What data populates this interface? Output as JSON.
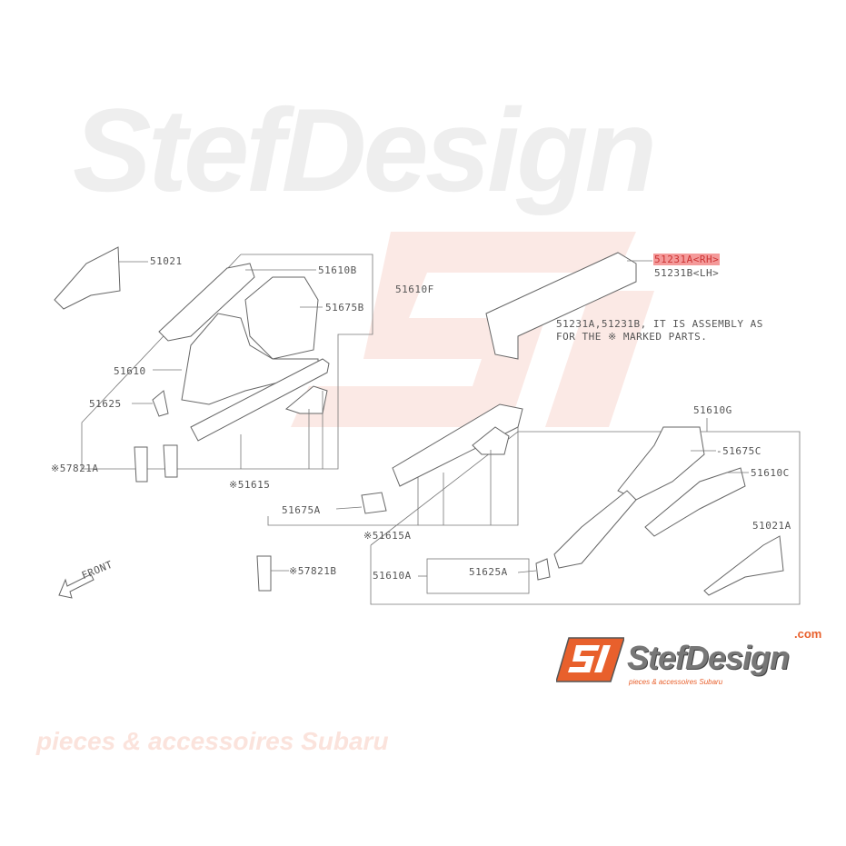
{
  "watermark": {
    "brand": "StefDesign",
    "domain": ".com",
    "tagline": "pieces & accessoires Subaru"
  },
  "labels": {
    "p51021": "51021",
    "p51610B": "51610B",
    "p51610F": "51610F",
    "p51675B": "51675B",
    "p51610": "51610",
    "p51625": "51625",
    "p57821A": "※57821A",
    "p51615": "※51615",
    "p51675A": "51675A",
    "p51615A": "※51615A",
    "p51231A": "51231A<RH>",
    "p51231B": "51231B<LH>",
    "p51610G": "51610G",
    "p51675C": "-51675C",
    "p51610C": "51610C",
    "p51021A": "51021A",
    "p51610A": "51610A",
    "p51625A": "51625A",
    "p57821B": "※57821B",
    "front": "FRONT"
  },
  "note": {
    "line1": "51231A,51231B, IT IS ASSEMBLY AS",
    "line2": "FOR THE ※ MARKED PARTS."
  },
  "colors": {
    "highlight": "#f49a9a",
    "brand_orange": "#e8602c"
  }
}
